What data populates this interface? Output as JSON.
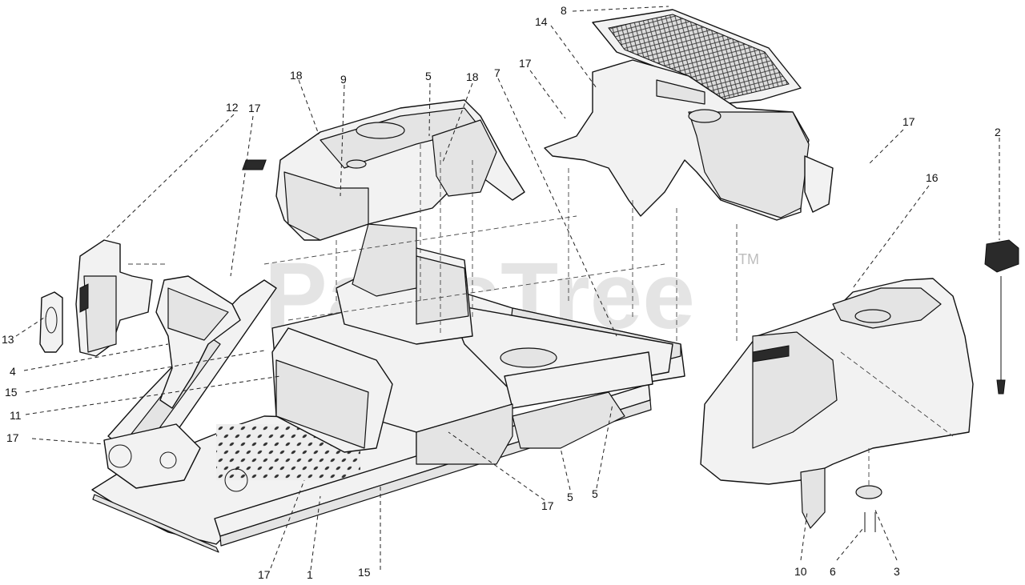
{
  "watermark": {
    "text": "PartsTree",
    "tm": "TM"
  },
  "callouts": [
    {
      "id": "c8",
      "text": "8"
    },
    {
      "id": "c14",
      "text": "14"
    },
    {
      "id": "c17a",
      "text": "17"
    },
    {
      "id": "c7",
      "text": "7"
    },
    {
      "id": "c18a",
      "text": "18"
    },
    {
      "id": "c9",
      "text": "9"
    },
    {
      "id": "c5a",
      "text": "5"
    },
    {
      "id": "c18b",
      "text": "18"
    },
    {
      "id": "c12",
      "text": "12"
    },
    {
      "id": "c17b",
      "text": "17"
    },
    {
      "id": "c17c",
      "text": "17"
    },
    {
      "id": "c2",
      "text": "2"
    },
    {
      "id": "c16",
      "text": "16"
    },
    {
      "id": "c13",
      "text": "13"
    },
    {
      "id": "c4",
      "text": "4"
    },
    {
      "id": "c15a",
      "text": "15"
    },
    {
      "id": "c11",
      "text": "11"
    },
    {
      "id": "c17d",
      "text": "17"
    },
    {
      "id": "c17e",
      "text": "17"
    },
    {
      "id": "c5b",
      "text": "5"
    },
    {
      "id": "c5c",
      "text": "5"
    },
    {
      "id": "c17f",
      "text": "17"
    },
    {
      "id": "c1",
      "text": "1"
    },
    {
      "id": "c15b",
      "text": "15"
    },
    {
      "id": "c10",
      "text": "10"
    },
    {
      "id": "c6",
      "text": "6"
    },
    {
      "id": "c3",
      "text": "3"
    }
  ]
}
